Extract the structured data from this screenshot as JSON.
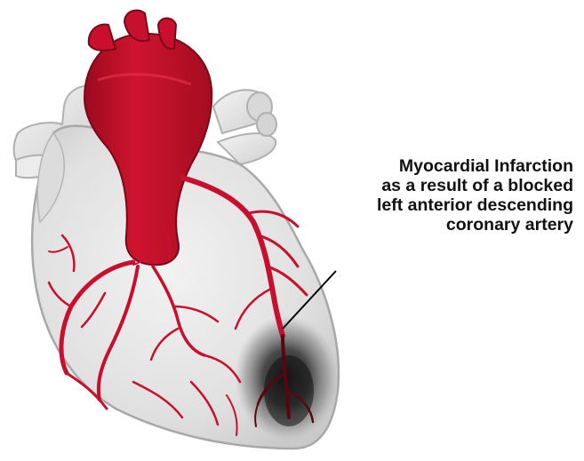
{
  "annotation": {
    "lines": [
      "Myocardial Infarction",
      "as a result of a blocked",
      "left anterior descending",
      "coronary artery"
    ]
  },
  "colors": {
    "heart_tissue": "#e6e6e6",
    "heart_outline": "#b5b5b5",
    "artery_red": "#c8102e",
    "artery_dark": "#8c0a1e",
    "infarct_dark": "#1a1a1a",
    "leader_line": "#000000"
  },
  "icons": {
    "illustration": "heart-anatomy",
    "damage": "infarct-shading"
  }
}
